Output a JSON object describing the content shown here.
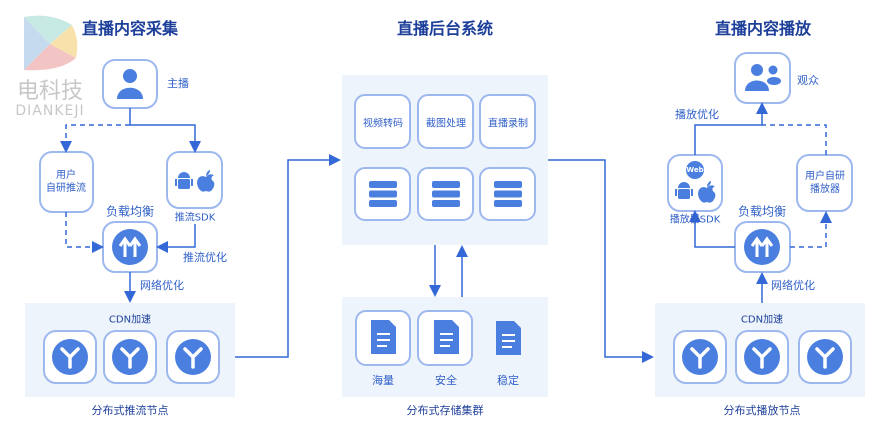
{
  "watermark": {
    "brand_cn": "电科技",
    "brand_en": "DIANKEJI"
  },
  "sections": {
    "collect": {
      "title": "直播内容采集",
      "footer": "分布式推流节点"
    },
    "backend": {
      "title": "直播后台系统",
      "footer": "分布式存储集群"
    },
    "play": {
      "title": "直播内容播放",
      "footer": "分布式播放节点"
    }
  },
  "collect": {
    "host": "主播",
    "self_push": "用户\n自研推流",
    "push_sdk": "推流SDK",
    "load_balance": "负载均衡",
    "push_opt": "推流优化",
    "net_opt": "网络优化",
    "cdn": "CDN加速"
  },
  "backend": {
    "services": [
      "视频转码",
      "截图处理",
      "直播录制"
    ],
    "storage": [
      "海量",
      "安全",
      "稳定"
    ]
  },
  "play": {
    "audience": "观众",
    "play_opt": "播放优化",
    "player_sdk": "播放器SDK",
    "web": "Web",
    "self_player": "用户自研\n播放器",
    "load_balance": "负载均衡",
    "net_opt": "网络优化",
    "cdn": "CDN加速"
  },
  "colors": {
    "accent": "#4a7fe0",
    "line": "#3468d6",
    "box_stroke": "#9db8ee",
    "panel": "#eef4fc",
    "title": "#1d3f9a"
  }
}
